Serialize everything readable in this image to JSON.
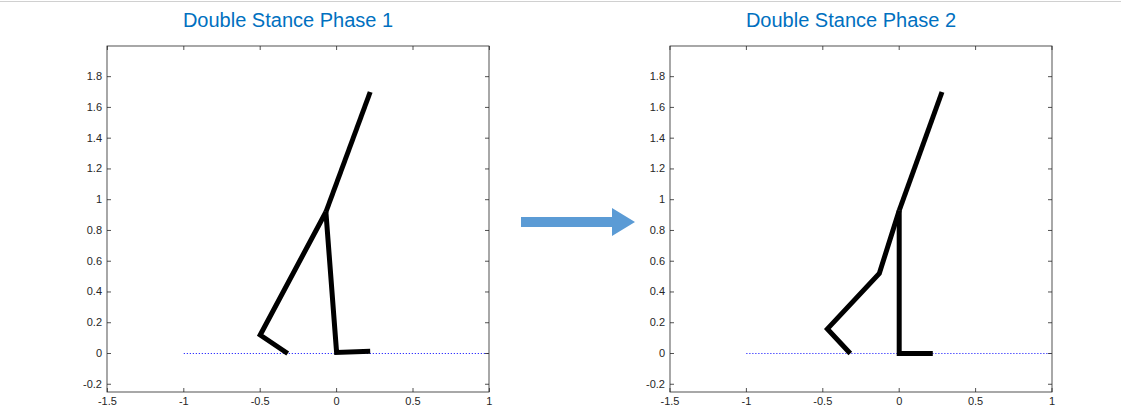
{
  "diagram": {
    "labels": [
      "Double Stance Phase 1",
      "-0.2",
      "0",
      "0.2",
      "0.4",
      "0.6",
      "0.8",
      "1",
      "1.2",
      "1.4",
      "1.6",
      "1.8",
      "-1.5",
      "-1",
      "-0.5",
      "0",
      "0.5",
      "1",
      "Double Stance Phase 2",
      "-0.2",
      "0",
      "0.2",
      "0.4",
      "0.6",
      "0.8",
      "1",
      "1.2",
      "1.4",
      "1.6",
      "1.8",
      "-1.5",
      "-1",
      "-0.5",
      "0",
      "0.5",
      "1"
    ]
  }
}
